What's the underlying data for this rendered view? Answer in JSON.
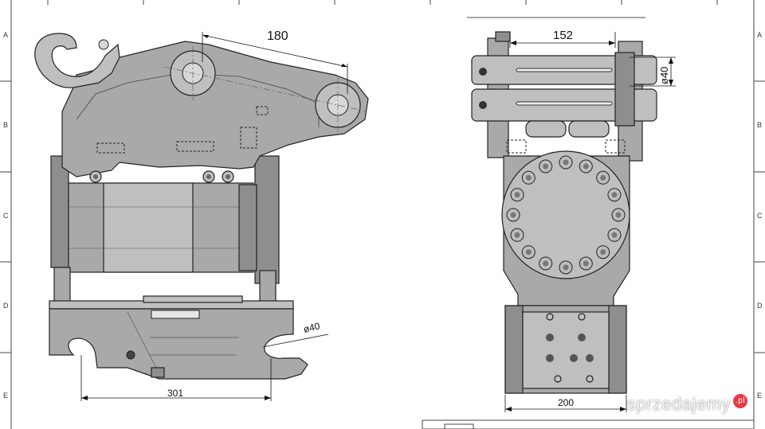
{
  "zones": {
    "left": [
      "A",
      "B",
      "C",
      "D",
      "E"
    ],
    "right": [
      "A",
      "B",
      "C",
      "D",
      "E"
    ]
  },
  "dimensions": {
    "side_pin_span": "180",
    "side_jaw_dia": "ø40",
    "side_base_length": "301",
    "front_pin_length": "152",
    "front_pin_dia": "ø40",
    "front_base_width": "200"
  },
  "watermark": {
    "text": "sprzedajemy",
    "badge": ".pl"
  }
}
